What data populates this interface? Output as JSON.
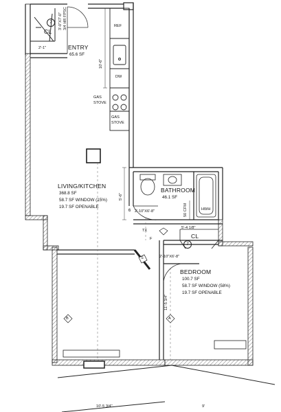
{
  "rooms": {
    "entry": {
      "name": "ENTRY",
      "area": "65.6 SF"
    },
    "living": {
      "name": "LIVING/KITCHEN",
      "area": "368.8 SF",
      "window": "58.7 SF WINDOW (15%)",
      "openable": "19.7 SF OPENABLE"
    },
    "bathroom": {
      "name": "BATHROOM",
      "area": "46.1 SF"
    },
    "bedroom": {
      "name": "BEDROOM",
      "area": "100.7 SF",
      "window": "58.7 SF WINDOW (58%)",
      "openable": "19.7 SF OPENABLE"
    },
    "closet_top": "CL",
    "closet_bed": "CL"
  },
  "fixtures": {
    "ref": "REF",
    "dw": "DW",
    "gas_stove_1": "GAS\nSTOVE",
    "gas_stove_2": "GAS\nSTOVE",
    "hwh": "HWH",
    "tx": "TX",
    "f": "F",
    "cfm": "50 CFM"
  },
  "dimensions": {
    "door_top": "3'-0\"X7'-0\"",
    "door_top_rating": "3/4 HR FPSC",
    "closet_top_width": "2'-1\"",
    "kitchen_run": "10'-6\"",
    "bath_height": "5'-6\"",
    "bath_door": "2'-10\"X6'-8\"",
    "closet_bed_width": "5'-4 1/8\"",
    "bed_door": "2'-10\"X6'-8\"",
    "bed_height": "11'-5 3/4\"",
    "bottom_partial_1": "10'-5 3/4\"",
    "bottom_partial_2": "9'"
  },
  "tags": {
    "door_top": "7",
    "bath_door": "6",
    "closet_bed": "7",
    "window_living": "B",
    "window_bed": "A",
    "s": "S"
  }
}
